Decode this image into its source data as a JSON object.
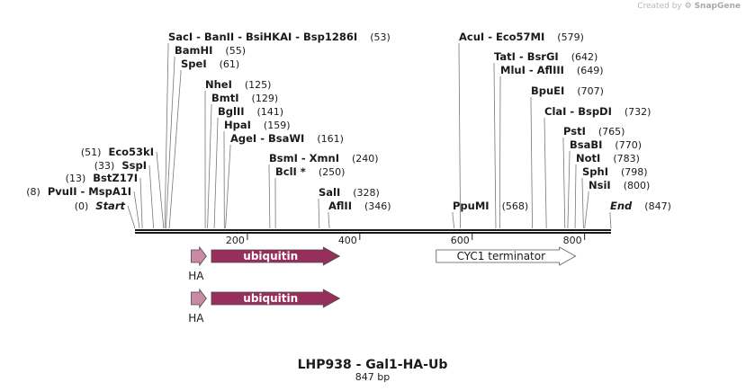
{
  "credit": {
    "prefix": "Created by",
    "brand": "SnapGene"
  },
  "colors": {
    "backbone": "#1a1a1a",
    "ha_fill": "#c98aa4",
    "ubiquitin_fill": "#962f5b",
    "terminator_fill": "#ffffff",
    "leader": "#777777"
  },
  "sequence_length": 847,
  "title": "LHP938 - Gal1-HA-Ub",
  "subtitle": "847 bp",
  "ticks": [
    {
      "pos": 200,
      "label": "200"
    },
    {
      "pos": 400,
      "label": "400"
    },
    {
      "pos": 600,
      "label": "600"
    },
    {
      "pos": 800,
      "label": "800"
    }
  ],
  "sites": [
    {
      "id": "start",
      "text": "Start",
      "italic": true,
      "pos": 0,
      "pos_label": "(0)",
      "side": "left"
    },
    {
      "id": "pvuii",
      "text": "PvuII",
      "extra": [
        "MspA1I"
      ],
      "pos": 8,
      "pos_label": "(8)",
      "side": "left"
    },
    {
      "id": "bstz17i",
      "text": "BstZ17I",
      "pos": 13,
      "pos_label": "(13)",
      "side": "left"
    },
    {
      "id": "sspi",
      "text": "SspI",
      "pos": 33,
      "pos_label": "(33)",
      "side": "left"
    },
    {
      "id": "eco53ki",
      "text": "Eco53kI",
      "pos": 51,
      "pos_label": "(51)",
      "side": "left"
    },
    {
      "id": "saci",
      "text": "SacI",
      "extra": [
        "BanII",
        "BsiHKAI",
        "Bsp1286I"
      ],
      "pos": 53,
      "pos_label": "(53)",
      "side": "right"
    },
    {
      "id": "bamhi",
      "text": "BamHI",
      "pos": 55,
      "pos_label": "(55)",
      "side": "right"
    },
    {
      "id": "spei",
      "text": "SpeI",
      "pos": 61,
      "pos_label": "(61)",
      "side": "right"
    },
    {
      "id": "nhei",
      "text": "NheI",
      "pos": 125,
      "pos_label": "(125)",
      "side": "right"
    },
    {
      "id": "bmti",
      "text": "BmtI",
      "pos": 129,
      "pos_label": "(129)",
      "side": "right"
    },
    {
      "id": "bglii",
      "text": "BglII",
      "pos": 141,
      "pos_label": "(141)",
      "side": "right"
    },
    {
      "id": "hpai",
      "text": "HpaI",
      "pos": 159,
      "pos_label": "(159)",
      "side": "right"
    },
    {
      "id": "agei",
      "text": "AgeI",
      "extra": [
        "BsaWI"
      ],
      "pos": 161,
      "pos_label": "(161)",
      "side": "right"
    },
    {
      "id": "bsmi",
      "text": "BsmI",
      "extra": [
        "XmnI"
      ],
      "pos": 240,
      "pos_label": "(240)",
      "side": "right"
    },
    {
      "id": "bcli",
      "text": "BclI *",
      "pos": 250,
      "pos_label": "(250)",
      "side": "right"
    },
    {
      "id": "sali",
      "text": "SalI",
      "pos": 328,
      "pos_label": "(328)",
      "side": "right"
    },
    {
      "id": "aflii",
      "text": "AflII",
      "pos": 346,
      "pos_label": "(346)",
      "side": "right"
    },
    {
      "id": "ppumi",
      "text": "PpuMI",
      "pos": 568,
      "pos_label": "(568)",
      "side": "right"
    },
    {
      "id": "acui",
      "text": "AcuI",
      "extra": [
        "Eco57MI"
      ],
      "pos": 579,
      "pos_label": "(579)",
      "side": "right"
    },
    {
      "id": "tati",
      "text": "TatI",
      "extra": [
        "BsrGI"
      ],
      "pos": 642,
      "pos_label": "(642)",
      "side": "right"
    },
    {
      "id": "mlui",
      "text": "MluI",
      "extra": [
        "AflIII"
      ],
      "pos": 649,
      "pos_label": "(649)",
      "side": "right"
    },
    {
      "id": "bpuei",
      "text": "BpuEI",
      "pos": 707,
      "pos_label": "(707)",
      "side": "right"
    },
    {
      "id": "clai",
      "text": "ClaI",
      "extra": [
        "BspDI"
      ],
      "pos": 732,
      "pos_label": "(732)",
      "side": "right"
    },
    {
      "id": "psti",
      "text": "PstI",
      "pos": 765,
      "pos_label": "(765)",
      "side": "right"
    },
    {
      "id": "bsabi",
      "text": "BsaBI",
      "pos": 770,
      "pos_label": "(770)",
      "side": "right"
    },
    {
      "id": "noti",
      "text": "NotI",
      "pos": 783,
      "pos_label": "(783)",
      "side": "right"
    },
    {
      "id": "sphi",
      "text": "SphI",
      "pos": 798,
      "pos_label": "(798)",
      "side": "right"
    },
    {
      "id": "nsii",
      "text": "NsiI",
      "pos": 800,
      "pos_label": "(800)",
      "side": "right"
    },
    {
      "id": "end",
      "text": "End",
      "italic": true,
      "pos": 847,
      "pos_label": "(847)",
      "side": "right"
    }
  ],
  "features": [
    {
      "id": "ha-1",
      "label": "HA",
      "start": 100,
      "end": 127,
      "label_pos": "below",
      "fill": "#c98aa4"
    },
    {
      "id": "ubiquitin-1",
      "label": "ubiquitin",
      "start": 136,
      "end": 364,
      "label_pos": "inside",
      "fill": "#962f5b"
    },
    {
      "id": "cyc1",
      "label": "CYC1 terminator",
      "start": 536,
      "end": 784,
      "label_pos": "inside",
      "fill": "#ffffff"
    },
    {
      "id": "ha-2",
      "label": "HA",
      "start": 100,
      "end": 127,
      "label_pos": "below",
      "fill": "#c98aa4"
    },
    {
      "id": "ubiquitin-2",
      "label": "ubiquitin",
      "start": 136,
      "end": 364,
      "label_pos": "inside",
      "fill": "#962f5b"
    }
  ]
}
